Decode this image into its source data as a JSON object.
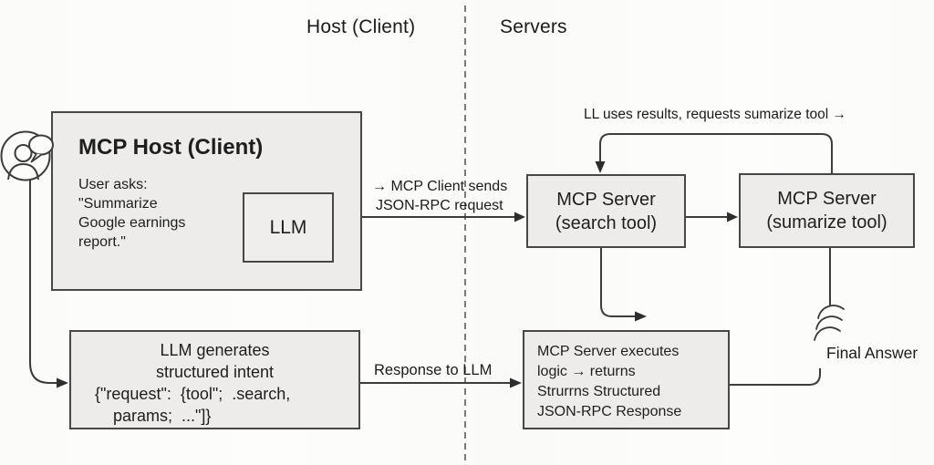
{
  "header": {
    "host_zone_label": "Host (Client)",
    "servers_zone_label": "Servers"
  },
  "host_box": {
    "title": "MCP Host (Client)",
    "lines": [
      "User asks:",
      "\"Summarize",
      "Google earnings",
      "report.\""
    ],
    "llm_label": "LLM"
  },
  "search_server_box": {
    "line1": "MCP Server",
    "line2": "(search tool)"
  },
  "summarize_server_box": {
    "line1": "MCP Server",
    "line2": "(sumarize tool)"
  },
  "intent_box": {
    "line1": "LLM generates",
    "line2": "structured intent",
    "line3": "{\"request\":  {tool\";  .search,",
    "line4": "params;  ...\"]}"
  },
  "executes_box": {
    "lines": [
      "MCP Server executes",
      "logic → returns",
      "Strurrns Structured",
      "JSON-RPC Response"
    ]
  },
  "labels": {
    "client_sends_line1": "→ MCP Client sends",
    "client_sends_line2": "JSON-RPC request",
    "uses_results": "LL uses results, requests sumarize tool →",
    "response_to_llm": "Response to LLM",
    "final_answer": "Final Answer"
  },
  "colors": {
    "box_fill": "#edecea",
    "box_border": "#474747",
    "line": "#3c3c3c",
    "text": "#1e1e1e",
    "background": "#fcfcfa"
  }
}
